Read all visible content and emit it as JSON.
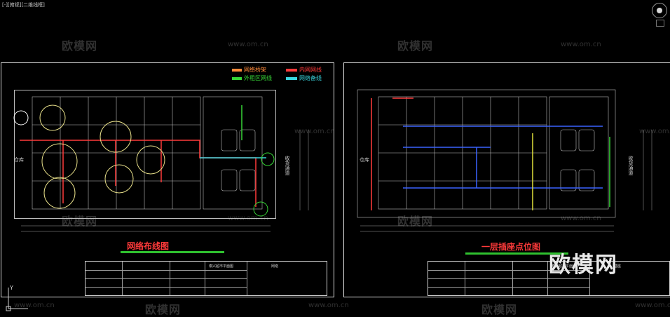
{
  "viewport": {
    "label": "[-][俯视][二维线框]"
  },
  "watermarks": {
    "brand": "欧模网",
    "url": "www.om.cn",
    "big": "欧模网"
  },
  "left_sheet": {
    "title": "网络布线图",
    "legend": [
      {
        "label": "网络桥架",
        "color": "#ff8a3a"
      },
      {
        "label": "内网网线",
        "color": "#ff3a3a"
      },
      {
        "label": "外租区网线",
        "color": "#37d637"
      },
      {
        "label": "网络备线",
        "color": "#3ad7e0"
      }
    ],
    "side_label_left": "仓库",
    "side_label_right": "收货通道",
    "titleblock": {
      "project": "泰兴超市平面图",
      "drawing": "网络"
    }
  },
  "right_sheet": {
    "title": "一层插座点位图",
    "side_label_left": "仓库",
    "side_label_right": "收货通道",
    "titleblock": {
      "project": "泰兴超市平面图",
      "drawing": "插座"
    }
  },
  "colors": {
    "background": "#000000",
    "accent_red": "#ff3a3a",
    "underline": "#2fc12f"
  }
}
